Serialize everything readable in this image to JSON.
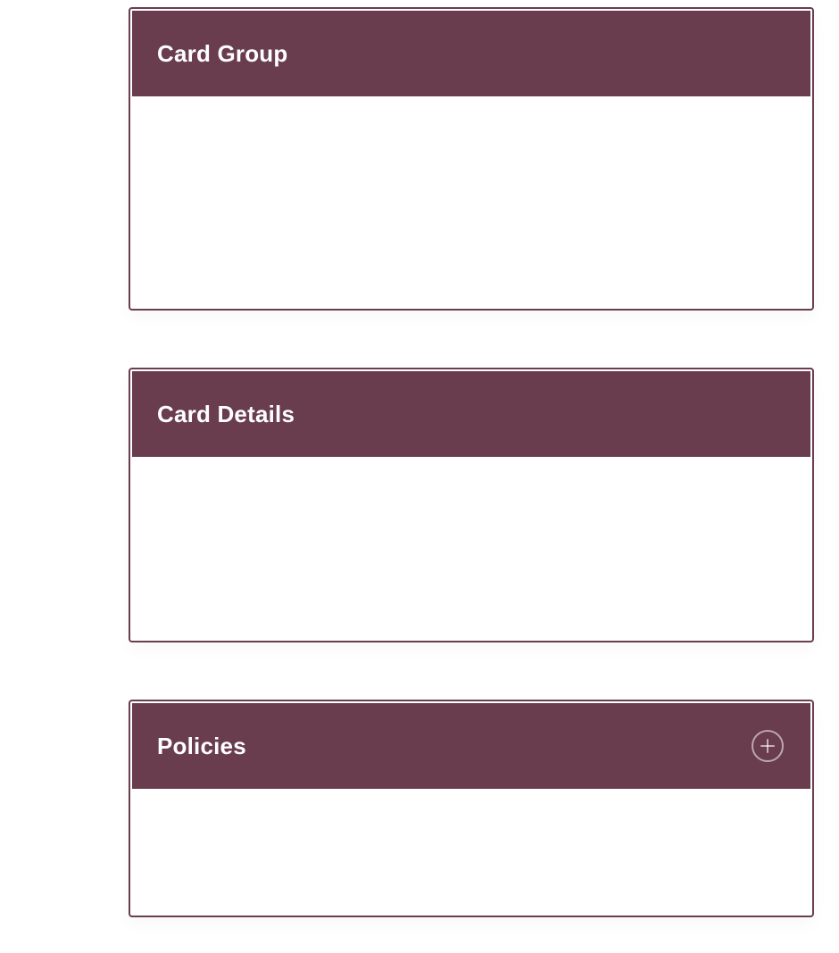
{
  "cards": [
    {
      "title": "Card Group"
    },
    {
      "title": "Card Details"
    },
    {
      "title": "Policies",
      "action_icon": "plus-circle-icon"
    }
  ],
  "colors": {
    "header_background": "#693c4e",
    "card_border": "#6a3d4f",
    "header_text": "#ffffff"
  }
}
